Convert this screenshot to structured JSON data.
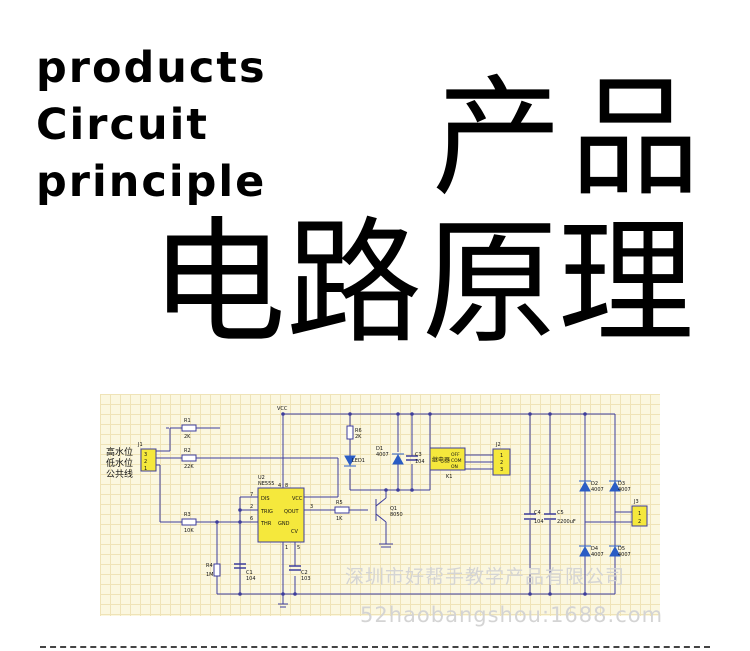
{
  "heading": {
    "en_lines": [
      "products",
      "Circuit",
      "principle"
    ],
    "cn_line1": "产品",
    "cn_line2": "电路原理"
  },
  "schematic": {
    "input_labels": [
      "高水位",
      "低水位",
      "公共线"
    ],
    "connector_j1": "J1",
    "pins_in": [
      "3",
      "2",
      "1"
    ],
    "r1": {
      "ref": "R1",
      "val": "2K"
    },
    "r2": {
      "ref": "R2",
      "val": "22K"
    },
    "r3": {
      "ref": "R3",
      "val": "10K"
    },
    "r4": {
      "ref": "R4",
      "val": "1M"
    },
    "r5": {
      "ref": "R5",
      "val": "1K"
    },
    "r6": {
      "ref": "R6",
      "val": "2K"
    },
    "c1": {
      "ref": "C1",
      "val": "104"
    },
    "c2": {
      "ref": "C2",
      "val": "103"
    },
    "c3": {
      "ref": "C3",
      "val": "104"
    },
    "c4": {
      "ref": "C4",
      "val": "104"
    },
    "c5": {
      "ref": "C5",
      "val": "2200uF"
    },
    "u2": {
      "ref": "U2",
      "val": "NE555"
    },
    "u2_pins": {
      "dis": "DIS",
      "trig": "TRIG",
      "thr": "THR",
      "vcc": "VCC",
      "qout": "QOUT",
      "gnd": "GND",
      "cv": "CV"
    },
    "u2_pin_numbers": {
      "p7": "7",
      "p2": "2",
      "p6": "6",
      "p8": "8",
      "p3": "3",
      "p4": "4",
      "p1": "1",
      "p5": "5"
    },
    "vcc_label": "VCC",
    "led": {
      "ref": "LED1"
    },
    "d1": {
      "ref": "D1",
      "val": "4007"
    },
    "q1": {
      "ref": "Q1",
      "val": "8050"
    },
    "relay": {
      "ref": "K1",
      "label": "继电器",
      "contacts": [
        "OFF",
        "COM",
        "ON"
      ]
    },
    "j2": {
      "ref": "J2",
      "pins": [
        "1",
        "2",
        "3"
      ]
    },
    "j3": {
      "ref": "J3",
      "pins": [
        "1",
        "2"
      ]
    },
    "d2": {
      "ref": "D2",
      "val": "4007"
    },
    "d3": {
      "ref": "D3",
      "val": "4007"
    },
    "d4": {
      "ref": "D4",
      "val": "4007"
    },
    "d5": {
      "ref": "D5",
      "val": "4007"
    }
  },
  "watermark": {
    "line1": "深圳市好帮手教学产品有限公司",
    "line2": "52haobangshou:1688.com"
  },
  "colors": {
    "wire": "#3d3d9c",
    "component_fill": "#f5e83c",
    "diode": "#2a5cc4",
    "panel_bg": "#fbf7df",
    "grid": "#efe3b7"
  }
}
